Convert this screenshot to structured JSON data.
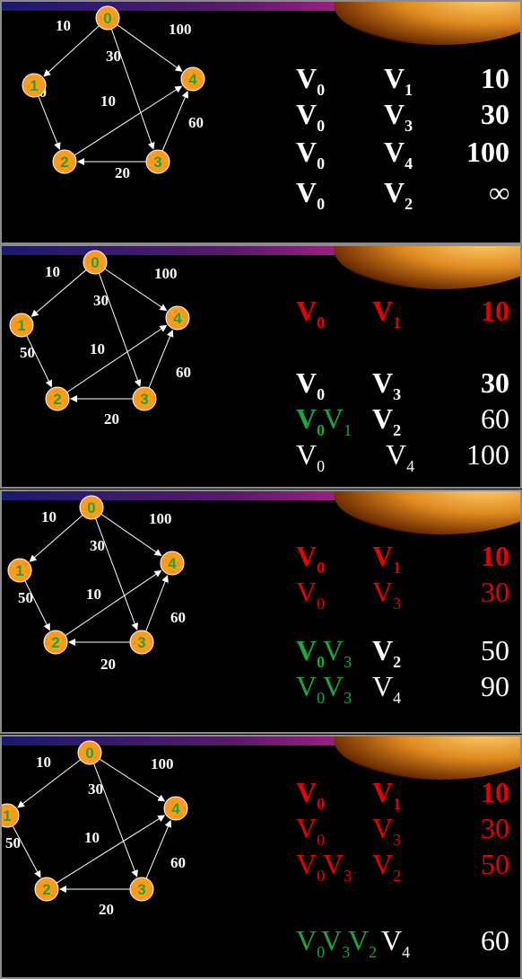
{
  "graph": {
    "nodes": [
      "0",
      "1",
      "2",
      "3",
      "4"
    ],
    "edge_labels": [
      "10",
      "30",
      "100",
      "10",
      "50",
      "60",
      "20"
    ]
  },
  "vertex_letter": "V",
  "infinity": "∞",
  "colors": {
    "node_fill": "#ff9a1a",
    "node_text": "#1aa83a",
    "red": "#e60000",
    "green": "#1aa83a",
    "white": "#ffffff"
  },
  "panels": [
    {
      "rows": [
        {
          "path": [
            "0",
            "1"
          ],
          "dist": "10"
        },
        {
          "path": [
            "0",
            "3"
          ],
          "dist": "30"
        },
        {
          "path": [
            "0",
            "4"
          ],
          "dist": "100"
        },
        {
          "path": [
            "0",
            "2"
          ],
          "dist": "∞"
        }
      ]
    },
    {
      "rows": [
        {
          "path": [
            "0",
            "1"
          ],
          "dist": "10"
        },
        {
          "path": [
            "0",
            "3"
          ],
          "dist": "30"
        },
        {
          "path": [
            "0",
            "1",
            "2"
          ],
          "dist": "60"
        },
        {
          "path": [
            "0",
            "4"
          ],
          "dist": "100"
        }
      ]
    },
    {
      "rows": [
        {
          "path": [
            "0",
            "1"
          ],
          "dist": "10"
        },
        {
          "path": [
            "0",
            "3"
          ],
          "dist": "30"
        },
        {
          "path": [
            "0",
            "3",
            "2"
          ],
          "dist": "50"
        },
        {
          "path": [
            "0",
            "3",
            "4"
          ],
          "dist": "90"
        }
      ]
    },
    {
      "rows": [
        {
          "path": [
            "0",
            "1"
          ],
          "dist": "10"
        },
        {
          "path": [
            "0",
            "3"
          ],
          "dist": "30"
        },
        {
          "path": [
            "0",
            "3",
            "2"
          ],
          "dist": "50"
        },
        {
          "path": [
            "0",
            "3",
            "2",
            "4"
          ],
          "dist": "60"
        }
      ]
    }
  ]
}
